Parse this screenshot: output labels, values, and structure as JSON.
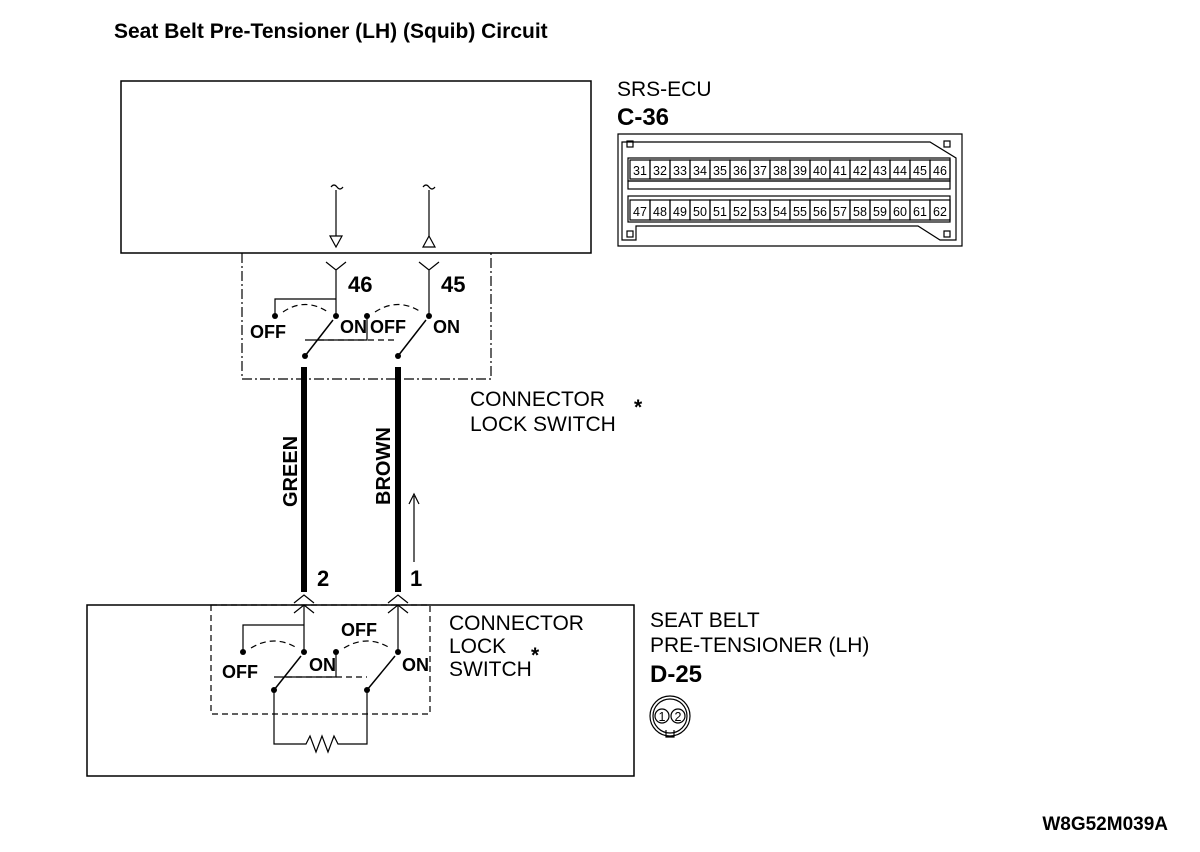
{
  "title": "Seat Belt Pre-Tensioner (LH) (Squib) Circuit",
  "ecu": {
    "name": "SRS-ECU",
    "connector": "C-36",
    "pins_top": [
      "31",
      "32",
      "33",
      "34",
      "35",
      "36",
      "37",
      "38",
      "39",
      "40",
      "41",
      "42",
      "43",
      "44",
      "45",
      "46"
    ],
    "pins_bottom": [
      "47",
      "48",
      "49",
      "50",
      "51",
      "52",
      "53",
      "54",
      "55",
      "56",
      "57",
      "58",
      "59",
      "60",
      "61",
      "62"
    ],
    "terminal_left": "46",
    "terminal_right": "45"
  },
  "switch_upper": {
    "label_line1": "CONNECTOR",
    "label_line2": "LOCK SWITCH",
    "asterisk": "*",
    "off_left": "OFF",
    "on_left": "ON",
    "off_right": "OFF",
    "on_right": "ON"
  },
  "wires": {
    "left_color": "GREEN",
    "right_color": "BROWN"
  },
  "pretensioner": {
    "name_line1": "SEAT BELT",
    "name_line2": "PRE-TENSIONER (LH)",
    "connector": "D-25",
    "terminal_left": "2",
    "terminal_right": "1",
    "connector_pins": [
      "1",
      "2"
    ]
  },
  "switch_lower": {
    "label_line1": "CONNECTOR",
    "label_line2": "LOCK",
    "label_line3": "SWITCH",
    "asterisk": "*",
    "off_top": "OFF",
    "off_left": "OFF",
    "on_left": "ON",
    "on_right": "ON"
  },
  "figure_code": "W8G52M039A"
}
